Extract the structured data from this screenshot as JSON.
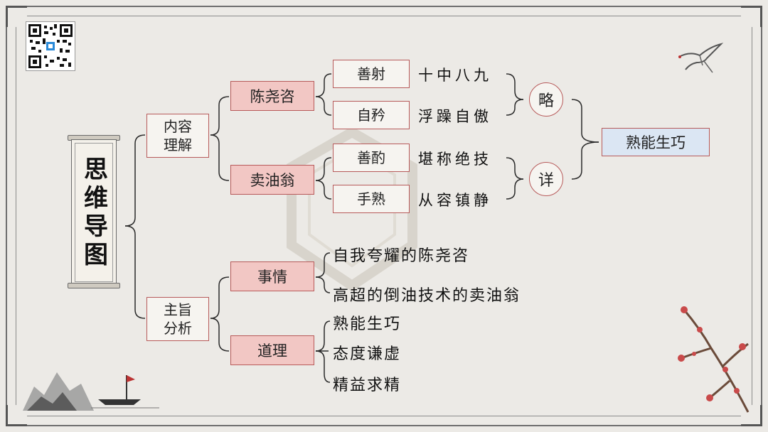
{
  "title": "思维导图",
  "branches": [
    {
      "label": "内容理解",
      "children": [
        {
          "label": "陈尧咨",
          "items": [
            {
              "label": "善射",
              "desc": "十中八九"
            },
            {
              "label": "自矜",
              "desc": "浮躁自傲"
            }
          ]
        },
        {
          "label": "卖油翁",
          "items": [
            {
              "label": "善酌",
              "desc": "堪称绝技"
            },
            {
              "label": "手熟",
              "desc": "从容镇静"
            }
          ]
        }
      ]
    },
    {
      "label": "主旨分析",
      "children": [
        {
          "label": "事情",
          "items": [
            "自我夸耀的陈尧咨",
            "高超的倒油技术的卖油翁"
          ]
        },
        {
          "label": "道理",
          "items": [
            "熟能生巧",
            "态度谦虚",
            "精益求精"
          ]
        }
      ]
    }
  ],
  "summary": {
    "lue": "略",
    "xiang": "详",
    "conclusion": "熟能生巧"
  },
  "colors": {
    "background": "#eceae6",
    "node_pink": "#f2c7c4",
    "node_blue": "#dbe6f3",
    "node_border": "#b75a5a",
    "lines": "#2a2a2a"
  },
  "icons": [
    "qr-code",
    "crane-decoration",
    "seal-watermark",
    "plum-blossom-decoration",
    "landscape-boat-decoration"
  ]
}
